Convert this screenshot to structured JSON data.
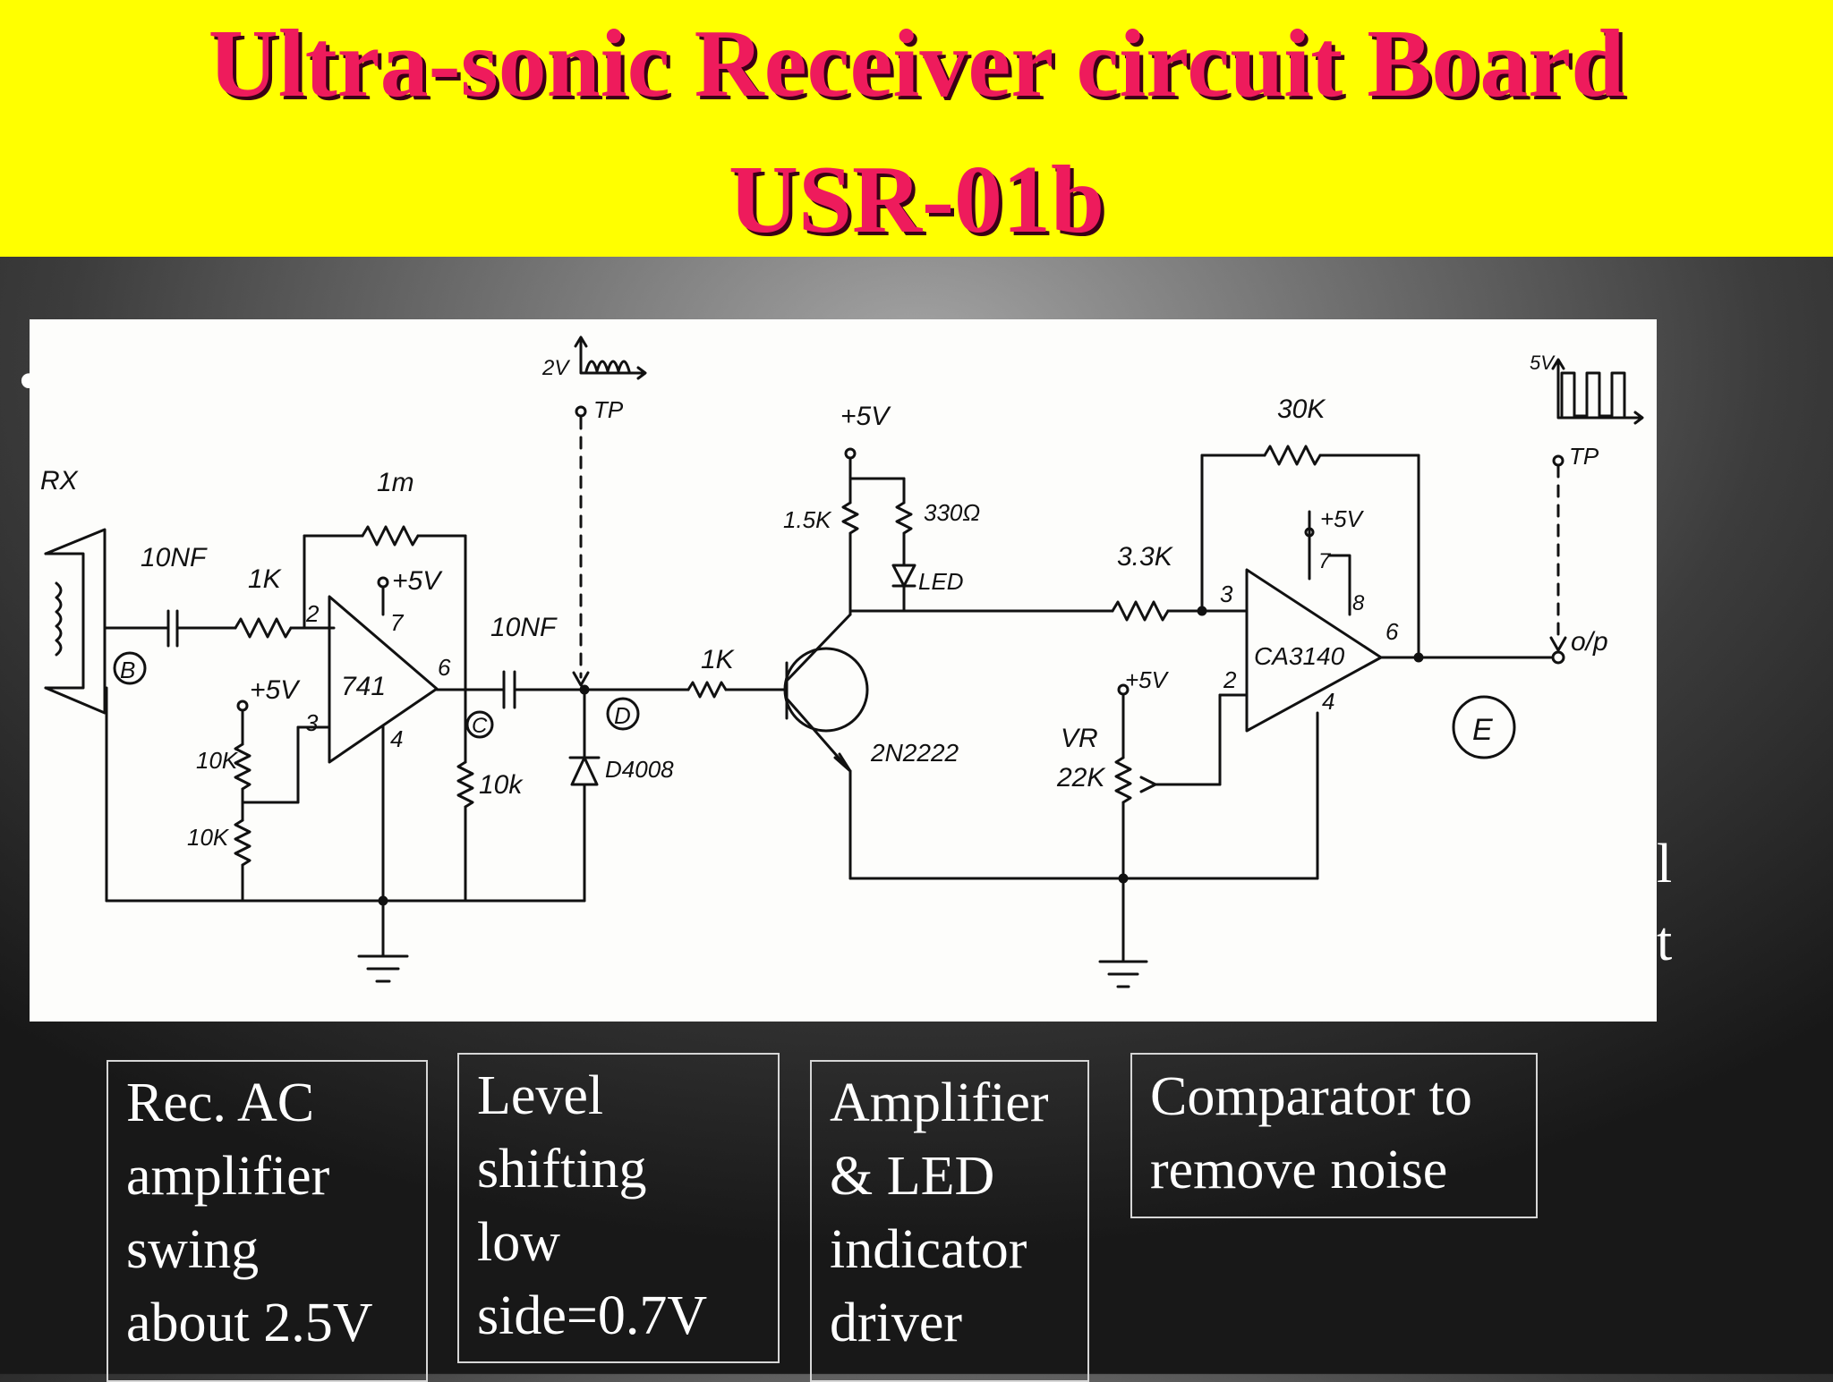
{
  "title": {
    "line1": "Ultra-sonic Receiver circuit Board",
    "line2": "USR-01b"
  },
  "background_text": {
    "bullet": "•",
    "partial_l": "l",
    "partial_out": "ut"
  },
  "schematic": {
    "labels": {
      "rx": "RX",
      "b": "B",
      "c": "C",
      "d": "D",
      "e": "E",
      "c_in": "10NF",
      "r_in": "1K",
      "r_fb": "1m",
      "vcc_741": "+5V",
      "pin2": "2",
      "pin3": "3",
      "pin4": "4",
      "pin6": "6",
      "pin7": "7",
      "opamp1": "741",
      "vcc_div": "+5V",
      "r_div1": "10K",
      "r_div2": "10K",
      "r_load": "10k",
      "c_couple": "10NF",
      "diode": "D4008",
      "tp1": "TP",
      "wave1_amp": "2V",
      "r_base": "1K",
      "vcc_q": "+5V",
      "r_coll": "1.5K",
      "r_led": "330Ω",
      "led": "LED",
      "transistor": "2N2222",
      "r_33k": "3.3K",
      "r_30k": "30K",
      "vcc_ca": "+5V",
      "opamp2": "CA3140",
      "ca_pin2": "2",
      "ca_pin3": "3",
      "ca_pin4": "4",
      "ca_pin6": "6",
      "ca_pin7": "7",
      "ca_pin8": "8",
      "vr_vcc": "+5V",
      "vr": "VR",
      "vr_val": "22K",
      "tp2": "TP",
      "wave2_amp": "5V",
      "out": "o/p"
    }
  },
  "boxes": [
    {
      "text": "Rec. AC\namplifier\nswing\nabout 2.5V"
    },
    {
      "text": "Level\nshifting\nlow\nside=0.7V"
    },
    {
      "text": "Amplifier\n& LED\nindicator\ndriver"
    },
    {
      "text": "Comparator to\nremove noise"
    }
  ]
}
